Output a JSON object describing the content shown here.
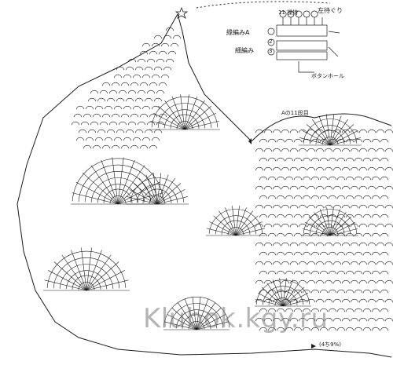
{
  "legend": {
    "title": "左待ぐり",
    "row_lines": "11 操持",
    "row_a_label": "縁編みA",
    "row_b_label": "細編み",
    "row_a_no": "2",
    "row_b_no": "3",
    "buttonhole": "ボタンホール"
  },
  "annotations": {
    "a_row": "Aの11段目",
    "bottom_right": "(4ち9%)",
    "bottom_right_2": "(4ち9%)"
  },
  "watermark": "Klubok.kgy.ru",
  "colors": {
    "ink": "#1a1a1a",
    "paper": "#ffffff",
    "watermark": "#8a8a8a"
  }
}
